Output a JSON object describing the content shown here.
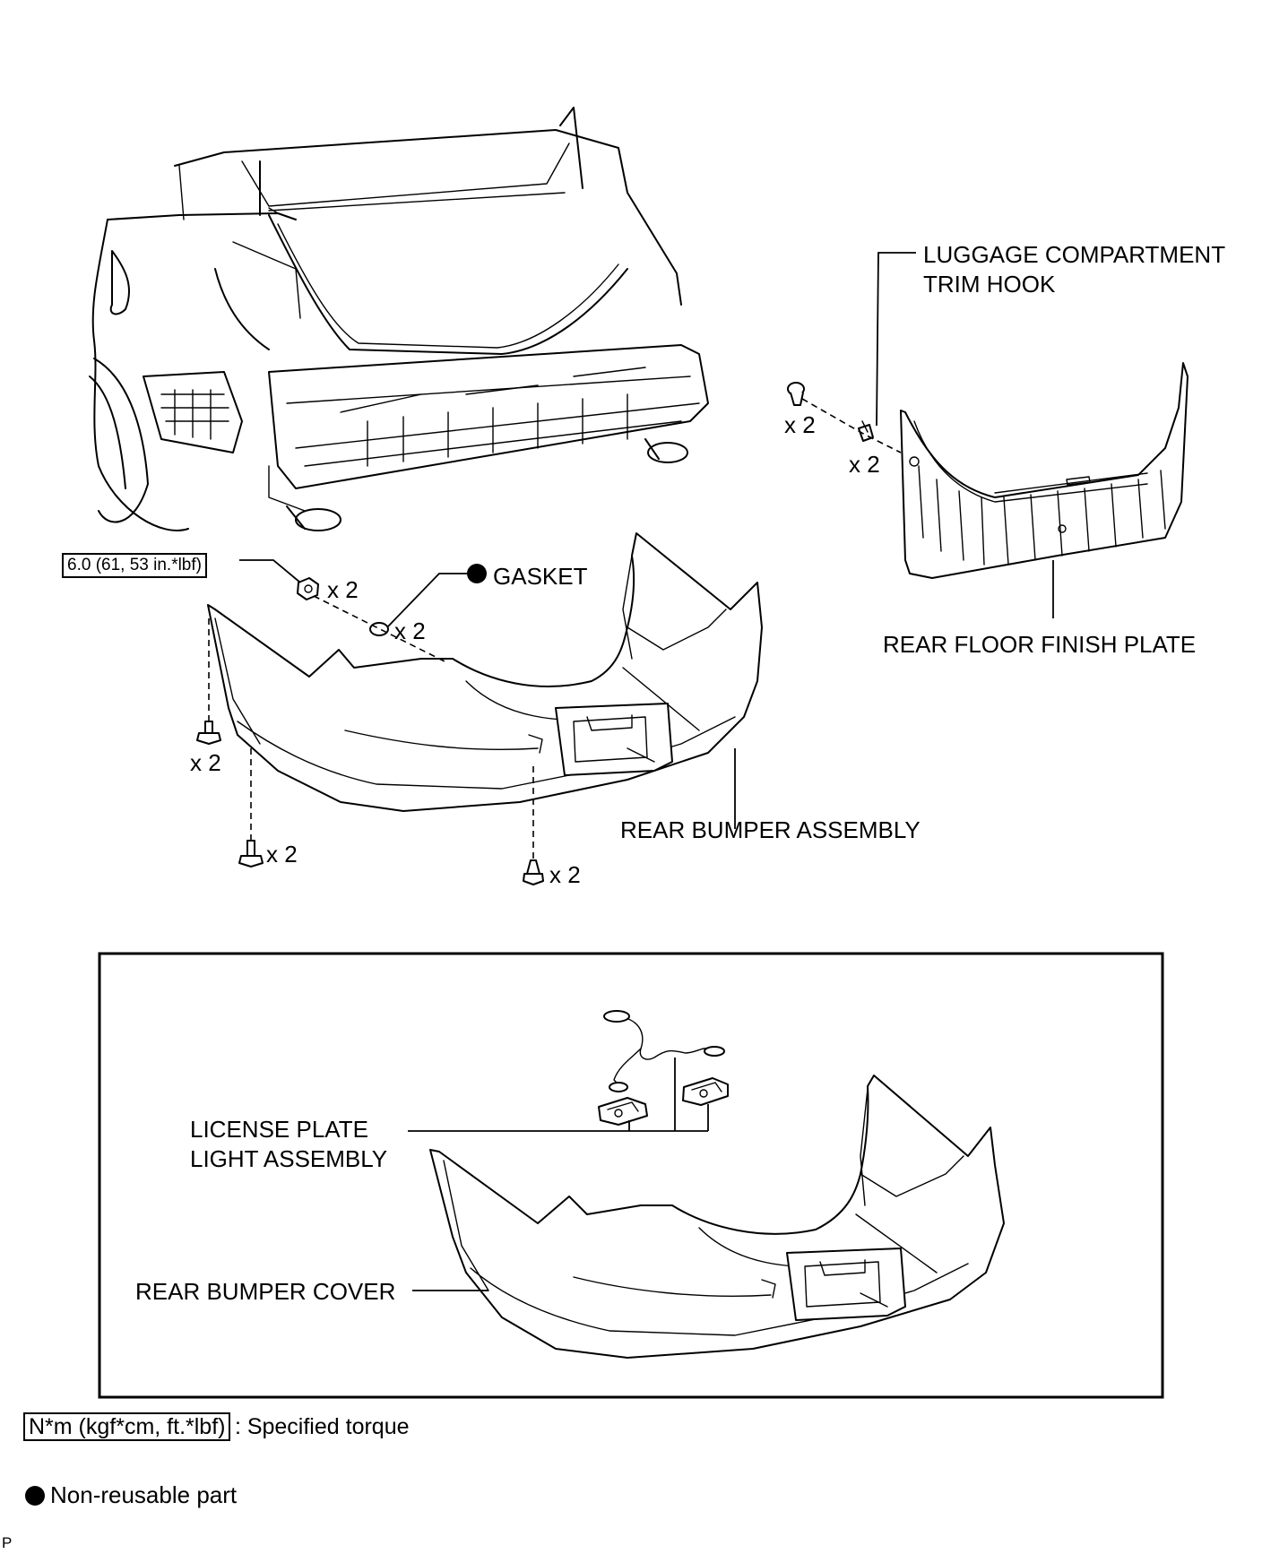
{
  "labels": {
    "luggage_trim_hook": [
      "LUGGAGE COMPARTMENT",
      "TRIM HOOK"
    ],
    "rear_floor_finish_plate": "REAR FLOOR FINISH PLATE",
    "gasket": "GASKET",
    "rear_bumper_assembly": "REAR BUMPER ASSEMBLY",
    "license_plate_light_assembly": [
      "LICENSE PLATE",
      "LIGHT ASSEMBLY"
    ],
    "rear_bumper_cover": "REAR BUMPER COVER"
  },
  "torque_spec": "6.0 (61, 53 in.*lbf)",
  "quantities": {
    "clip_upper": "x 2",
    "hook": "x 2",
    "nut": "x 2",
    "gasket": "x 2",
    "side_screw": "x 2",
    "lower_screw_left": "x 2",
    "lower_clip_center": "x 2"
  },
  "legend": {
    "torque_unit": "N*m (kgf*cm, ft.*lbf)",
    "torque_text": ": Specified torque",
    "nonreusable_text": "Non-reusable part"
  },
  "figure_code": "P"
}
